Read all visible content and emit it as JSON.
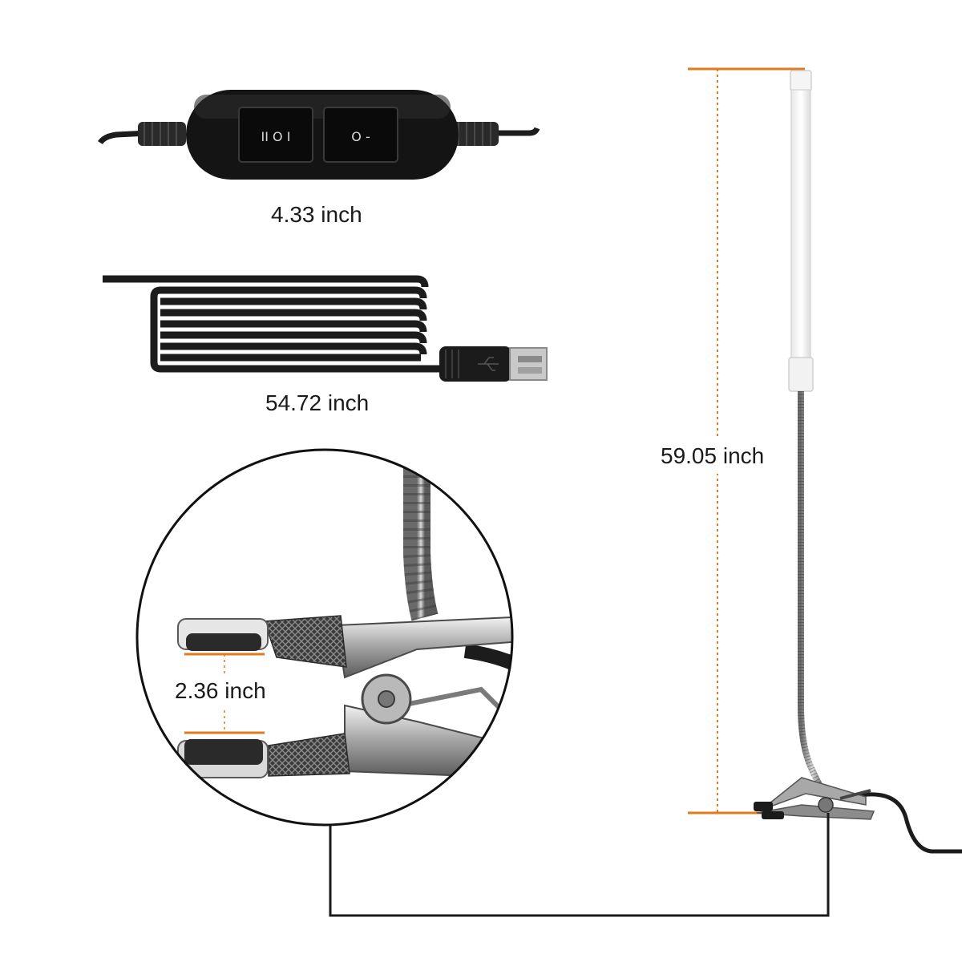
{
  "measurements": {
    "switch_length": "4.33 inch",
    "cable_length": "54.72 inch",
    "lamp_height": "59.05 inch",
    "clip_opening": "2.36 inch"
  },
  "switch": {
    "left_rocker_symbols": "II O I",
    "right_rocker_symbols": "O -"
  },
  "colors": {
    "dimension_line": "#e07a1f",
    "cable": "#1c1c1c",
    "background": "#ffffff"
  }
}
